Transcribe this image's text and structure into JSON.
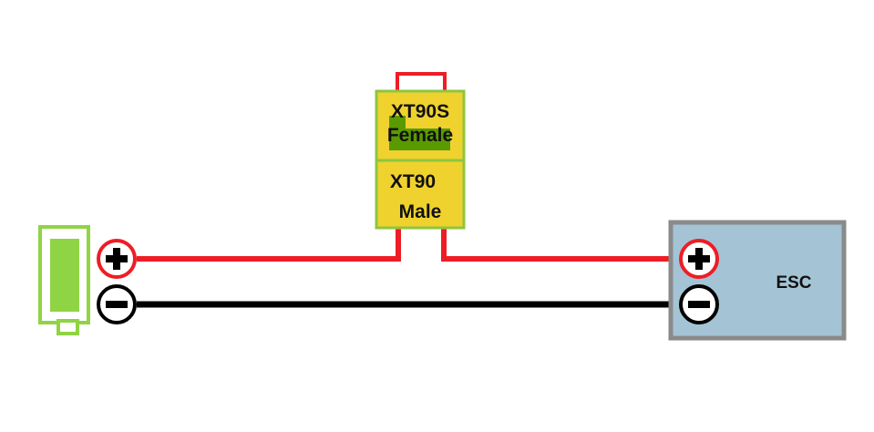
{
  "connector": {
    "female_line1": "XT90S",
    "female_line2": "Female",
    "male_line1": "XT90",
    "male_line2": "Male"
  },
  "esc": {
    "label": "ESC"
  },
  "icons": {
    "battery": "battery-icon",
    "positive": "plus-terminal-icon",
    "negative": "minus-terminal-icon"
  },
  "colors": {
    "positive_wire": "#ee1d25",
    "negative_wire": "#000000",
    "battery": "#8fd444",
    "connector_fill": "#f0d22e",
    "connector_border": "#8cc63f",
    "connector_inner": "#5a9a00",
    "esc_fill": "#a4c4d6",
    "esc_border": "#8a8a8a"
  }
}
